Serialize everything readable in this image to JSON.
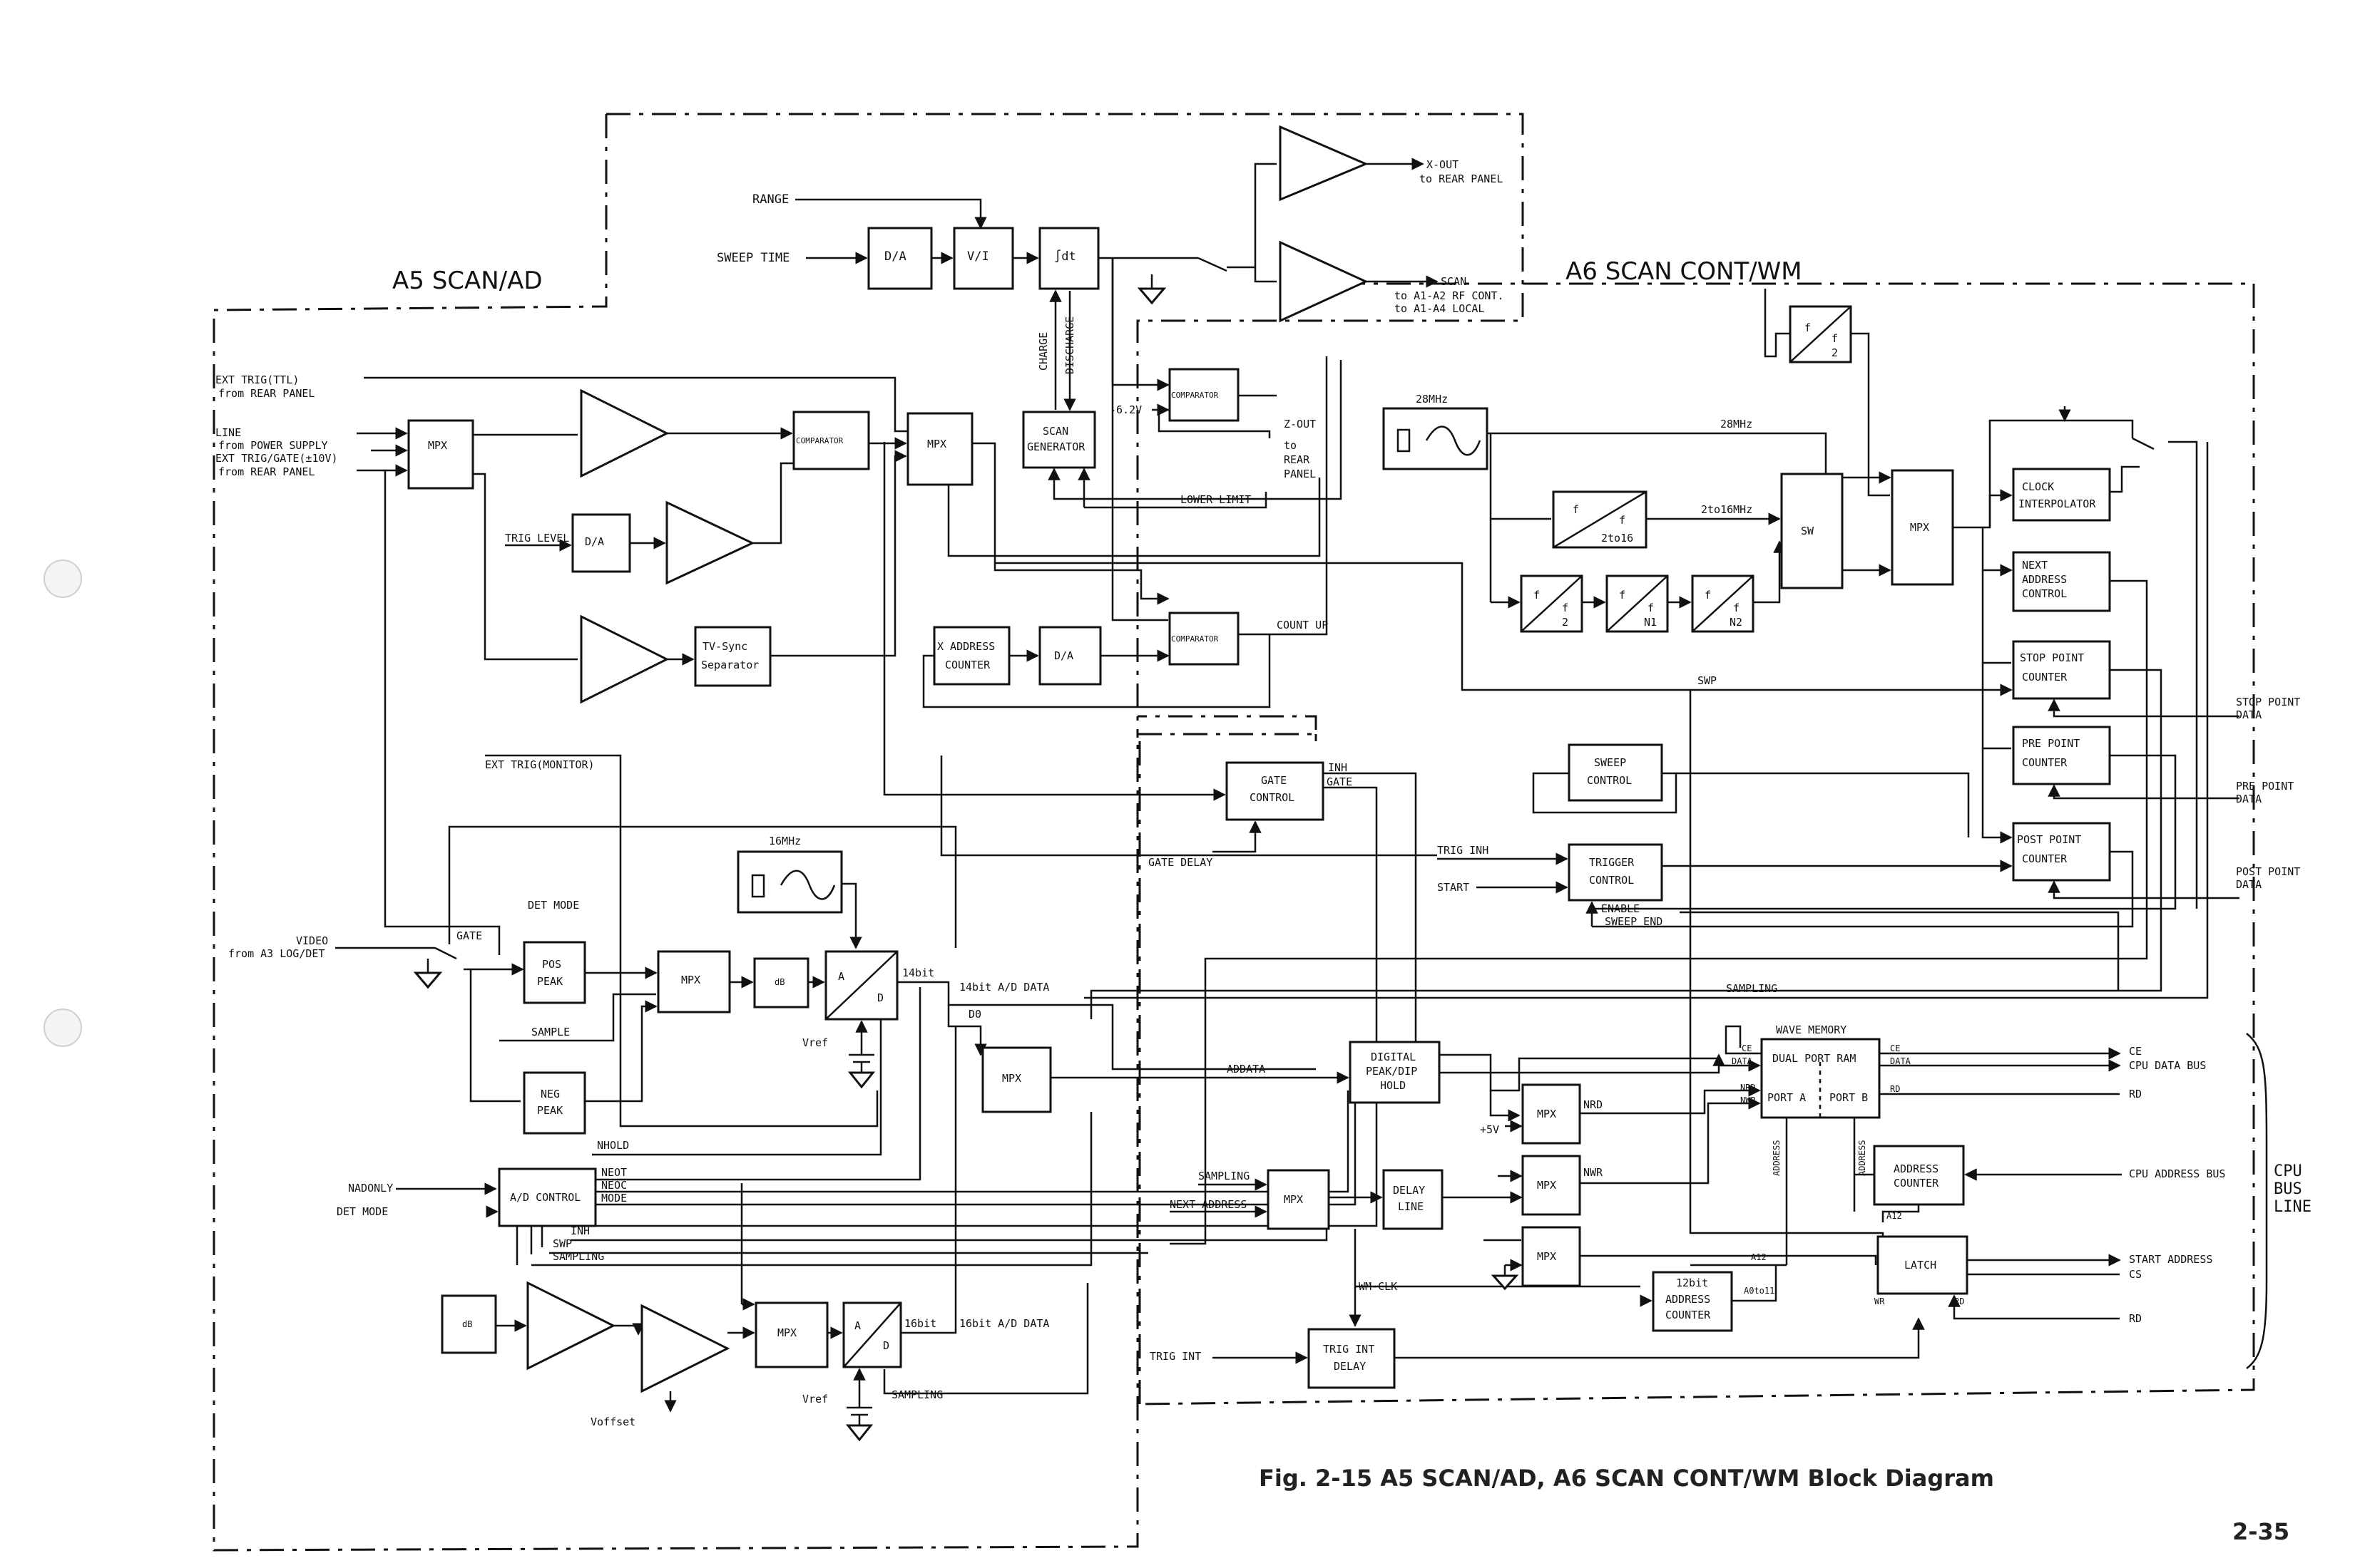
{
  "caption": "Fig. 2-15   A5 SCAN/AD, A6 SCAN CONT/WM Block Diagram",
  "page_number": "2-35",
  "sections": {
    "a5": "A5 SCAN/AD",
    "a6": "A6 SCAN CONT/WM"
  },
  "blocks": {
    "mpx_in": "MPX",
    "comparator1": "COMPARATOR",
    "mpx_trig": "MPX",
    "dac_sweep": "D/A",
    "v_i": "V/I",
    "integrator": "∫dt",
    "scan_generator": [
      "SCAN",
      "GENERATOR"
    ],
    "comparator_z": "COMPARATOR",
    "trig_level_da": "D/A",
    "tv_sync": [
      "TV-Sync",
      "Separator"
    ],
    "x_address_counter": [
      "X ADDRESS",
      "COUNTER"
    ],
    "x_da": "D/A",
    "comparator_count": "COMPARATOR",
    "gate_control": [
      "GATE",
      "CONTROL"
    ],
    "osc_16": "16MHz",
    "pos_peak": [
      "POS",
      "PEAK"
    ],
    "neg_peak": [
      "NEG",
      "PEAK"
    ],
    "mpx_peak": "MPX",
    "db1": "dB",
    "ad14": "A/D",
    "mpx_ad": "MPX",
    "ad_control": "A/D CONTROL",
    "db2": "dB",
    "mpx_ad16": "MPX",
    "ad16": "A/D",
    "osc_28": "28MHz",
    "div_2top": "f/2",
    "div_2to16": [
      "f",
      "2to16"
    ],
    "div_2": "f/2",
    "div_n1": "f/N1",
    "div_n2": "f/N2",
    "sw": "SW",
    "mpx_clk": "MPX",
    "clock_interpolator": [
      "CLOCK",
      "INTERPOLATOR"
    ],
    "next_address_control": [
      "NEXT",
      "ADDRESS",
      "CONTROL"
    ],
    "stop_point_counter": [
      "STOP POINT",
      "COUNTER"
    ],
    "pre_point_counter": [
      "PRE POINT",
      "COUNTER"
    ],
    "post_point_counter": [
      "POST POINT",
      "COUNTER"
    ],
    "sweep_control": [
      "SWEEP",
      "CONTROL"
    ],
    "trigger_control": [
      "TRIGGER",
      "CONTROL"
    ],
    "digital_peak": [
      "DIGITAL",
      "PEAK/DIP",
      "HOLD"
    ],
    "mpx_nrd": "MPX",
    "mpx_nwr": "MPX",
    "mpx_delay": "MPX",
    "delay_line": [
      "DELAY",
      "LINE"
    ],
    "mpx_12": "MPX",
    "address_counter_12": [
      "12bit",
      "ADDRESS",
      "COUNTER"
    ],
    "trig_int_delay": [
      "TRIG INT",
      "DELAY"
    ],
    "wave_memory": [
      "WAVE MEMORY",
      "DUAL PORT RAM",
      "PORT A",
      "PORT B"
    ],
    "address_counter": [
      "ADDRESS",
      "COUNTER"
    ],
    "latch": "LATCH"
  },
  "labels": {
    "range": "RANGE",
    "sweep_time": "SWEEP TIME",
    "x_out": [
      "X-OUT",
      "to REAR PANEL"
    ],
    "scan_out": [
      "SCAN",
      "to A1-A2 RF CONT.",
      "to A1-A4 LOCAL"
    ],
    "ext_trig_ttl": [
      "EXT TRIG(TTL)",
      "from REAR PANEL"
    ],
    "line": [
      "LINE",
      "from POWER SUPPLY"
    ],
    "ext_trig_gate": [
      "EXT TRIG/GATE(±10V)",
      "from REAR PANEL"
    ],
    "trig_level": "TRIG LEVEL",
    "charge": "CHARGE",
    "discharge": "DISCHARGE",
    "minus_62v": "-6.2V",
    "z_out": [
      "Z-OUT",
      "to",
      "REAR",
      "PANEL"
    ],
    "lower_limit": "LOWER LIMIT",
    "count_up": "COUNT UP",
    "ext_trig_monitor": "EXT TRIG(MONITOR)",
    "inh": "INH",
    "gate": "GATE",
    "gate_delay": "GATE DELAY",
    "video": [
      "VIDEO",
      "from A3 LOG/DET"
    ],
    "gate2": "GATE",
    "det_mode": "DET MODE",
    "sample": "SAMPLE",
    "nholdd": "NHOLD",
    "nadonly": "NADONLY",
    "det_mode2": "DET MODE",
    "neot": "NEOT",
    "neoc": "NEOC",
    "mode": "MODE",
    "inh2": "INH",
    "swp": "SWP",
    "sampling": "SAMPLING",
    "fourteen": "14bit",
    "fourteen_data": "14bit A/D DATA",
    "d0": "D0",
    "vref": "Vref",
    "sixteen": "16bit",
    "sixteen_data": "16bit A/D DATA",
    "vref2": "Vref",
    "voffset": "Voffset",
    "sampling2": "SAMPLING",
    "twentyeight": "28MHz",
    "twoto16": "2to16MHz",
    "swp2": "SWP",
    "trig_inh": "TRIG INH",
    "start": "START",
    "enable": "ENABLE",
    "sweep_end": "SWEEP END",
    "sampling3": "SAMPLING",
    "addata": "ADDATA",
    "plus5v": "+5V",
    "nrd": "NRD",
    "nwr": "NWR",
    "sampling4": "SAMPLING",
    "next_address": "NEXT ADDRESS",
    "wm_clk": "WM-CLK",
    "trig_int": "TRIG INT",
    "ce": "CE",
    "data": "DATA",
    "nrd2": "NRD",
    "nwr2": "NWR",
    "ce2": "CE",
    "data2": "DATA",
    "rd": "RD",
    "address_l": "ADDRESS",
    "address_r": "ADDRESS",
    "a12": "A12",
    "a12b": "A12",
    "a0to11": "A0to11",
    "wr": "WR",
    "rd2": "RD",
    "stop_point_data": [
      "STOP POINT",
      "DATA"
    ],
    "pre_point_data": [
      "PRE POINT",
      "DATA"
    ],
    "post_point_data": [
      "POST POINT",
      "DATA"
    ],
    "ce_out": "CE",
    "cpu_data_bus": "CPU DATA BUS",
    "rd_out": "RD",
    "cpu_address_bus": "CPU ADDRESS BUS",
    "cpu_bus_line": [
      "CPU",
      "BUS",
      "LINE"
    ],
    "start_address": "START ADDRESS",
    "cs": "CS",
    "rd_out2": "RD"
  }
}
